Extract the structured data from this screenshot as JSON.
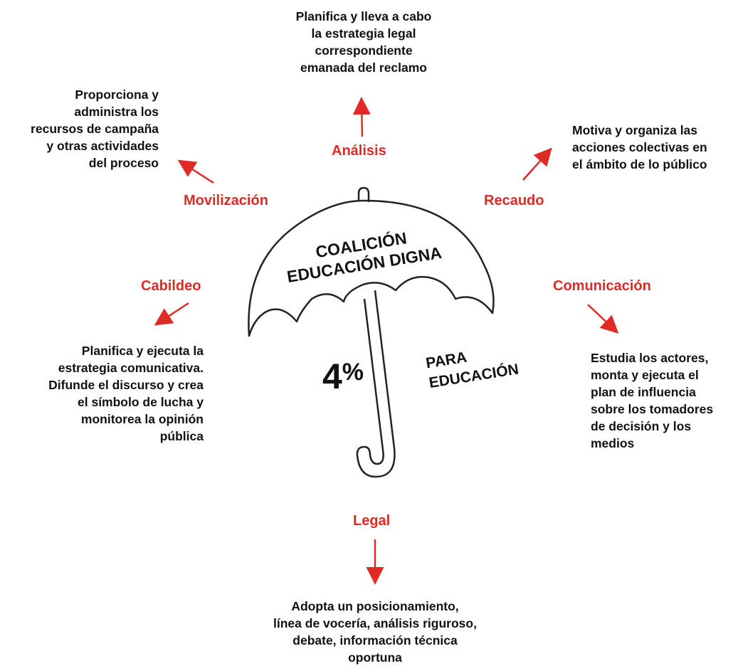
{
  "colors": {
    "accent": "#e02a26",
    "text": "#111111",
    "outline": "#222222"
  },
  "umbrella": {
    "title_line1": "COALICIÓN",
    "title_line2": "EDUCACIÓN DIGNA",
    "percent": "4%",
    "percent_number": "4",
    "percent_sign": "%",
    "subtitle_line1": "PARA",
    "subtitle_line2": "EDUCACIÓN"
  },
  "roles": {
    "analisis": {
      "label": "Análisis",
      "description": [
        "Planifica y lleva a cabo",
        "la estrategia legal",
        "correspondiente",
        "emanada del reclamo"
      ]
    },
    "movilizacion": {
      "label": "Movilización",
      "description": [
        "Proporciona y",
        "administra los",
        "recursos de campaña",
        "y otras actividades",
        "del proceso"
      ]
    },
    "recaudo": {
      "label": "Recaudo",
      "description": [
        "Motiva y organiza las",
        "acciones colectivas en",
        "el ámbito de lo público"
      ]
    },
    "cabildeo": {
      "label": "Cabildeo",
      "description": [
        "Planifica y ejecuta la",
        "estrategia comunicativa.",
        "Difunde el discurso y crea",
        "el símbolo de lucha y",
        "monitorea la opinión",
        "pública"
      ]
    },
    "comunicacion": {
      "label": "Comunicación",
      "description": [
        "Estudia los actores,",
        "monta y ejecuta el",
        "plan de influencia",
        "sobre los tomadores",
        "de decisión y los",
        "medios"
      ]
    },
    "legal": {
      "label": "Legal",
      "description": [
        "Adopta un posicionamiento,",
        "línea de vocería, análisis riguroso,",
        "debate, información técnica",
        "oportuna"
      ]
    }
  }
}
